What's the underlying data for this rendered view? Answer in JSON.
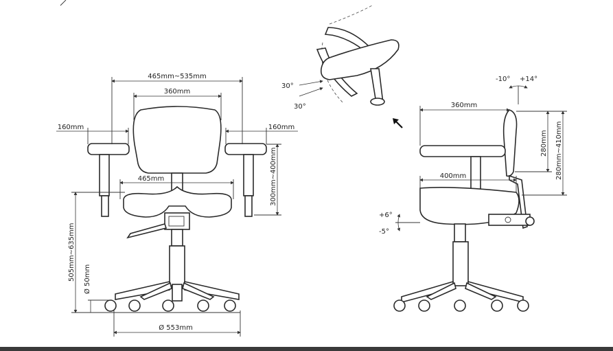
{
  "front_view": {
    "arm_span": "465mm~535mm",
    "back_width": "360mm",
    "arm_pad_left": "160mm",
    "arm_pad_right": "160mm",
    "seat_width": "465mm",
    "arm_height": "300mm~400mm",
    "seat_height": "505mm~635mm",
    "caster_size": "Ø 50mm",
    "base_diameter": "Ø 553mm"
  },
  "top_view": {
    "angle_upper": "30°",
    "angle_lower": "30°"
  },
  "side_view": {
    "back_depth": "360mm",
    "back_tilt_back": "-10°",
    "back_tilt_forward": "+14°",
    "back_height": "280mm",
    "back_range": "280mm~410mm",
    "seat_depth": "400mm",
    "seat_tilt_up": "+6°",
    "seat_tilt_down": "-5°"
  },
  "colors": {
    "line": "#2a2a2a",
    "footer": "#3a3a3a"
  },
  "icons": [
    "arrow-up-left-icon",
    "tilt-arc-icon"
  ]
}
